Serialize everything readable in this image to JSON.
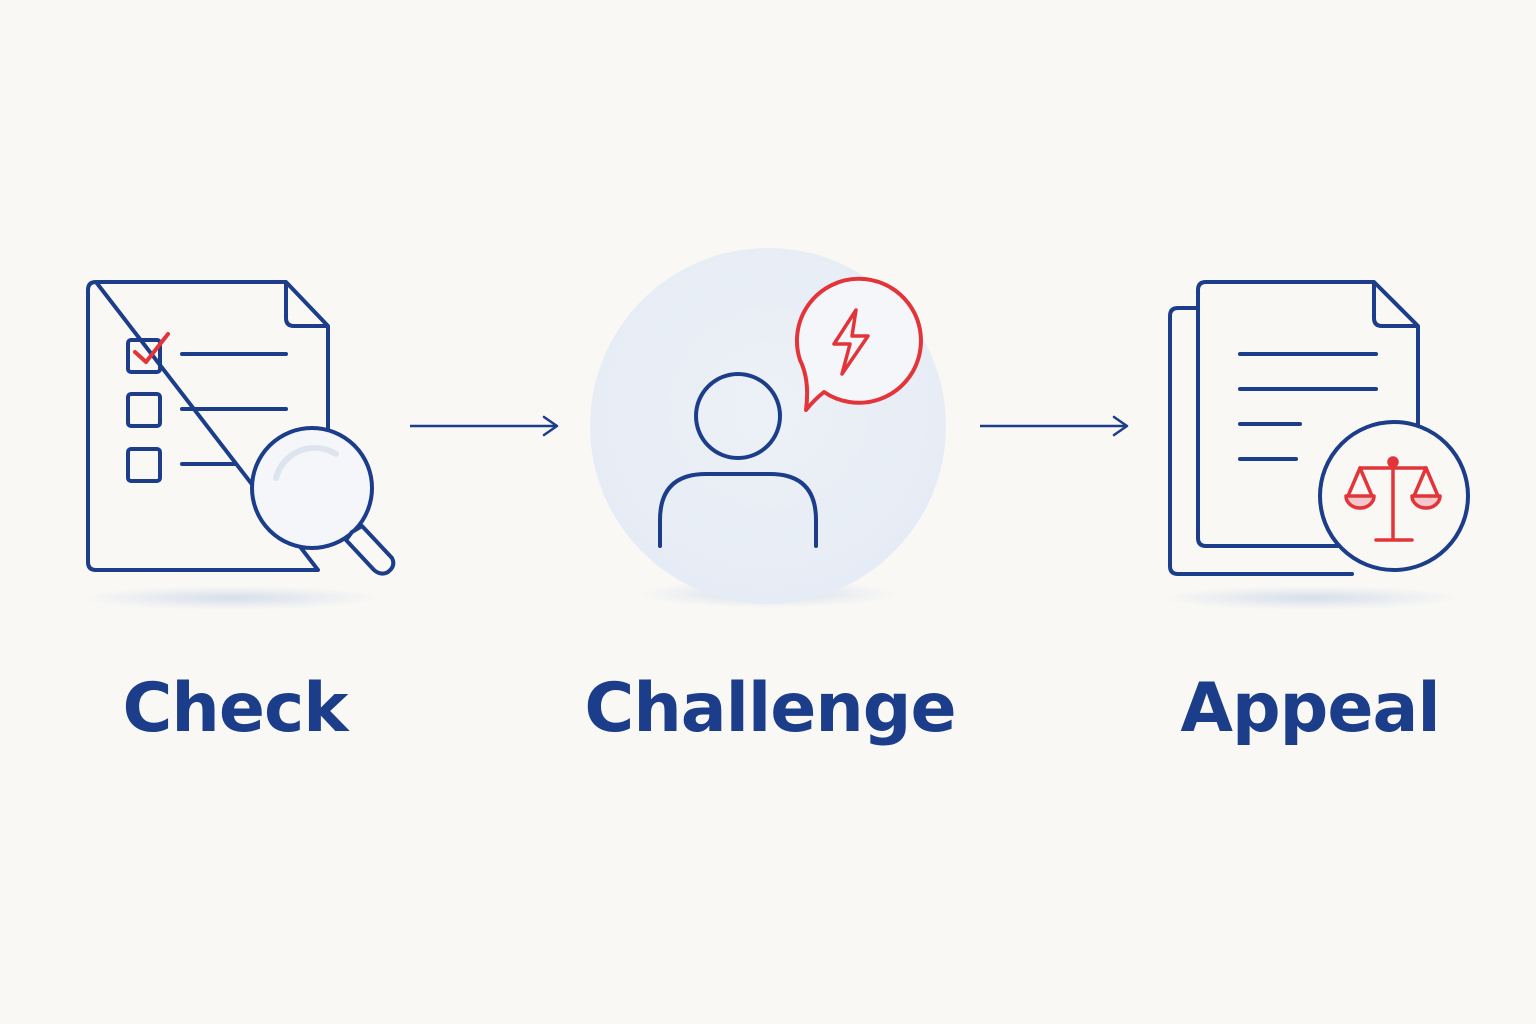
{
  "colors": {
    "background": "#f9f8f5",
    "primary": "#1b3d8a",
    "accent": "#e3343a",
    "circle_fill": "#e9eef6"
  },
  "steps": [
    {
      "label": "Check",
      "icon": "checklist-document-magnifier-icon"
    },
    {
      "label": "Challenge",
      "icon": "person-speech-bubble-lightning-icon"
    },
    {
      "label": "Appeal",
      "icon": "documents-scales-of-justice-icon"
    }
  ],
  "connectors": [
    {
      "from": "Check",
      "to": "Challenge"
    },
    {
      "from": "Challenge",
      "to": "Appeal"
    }
  ]
}
